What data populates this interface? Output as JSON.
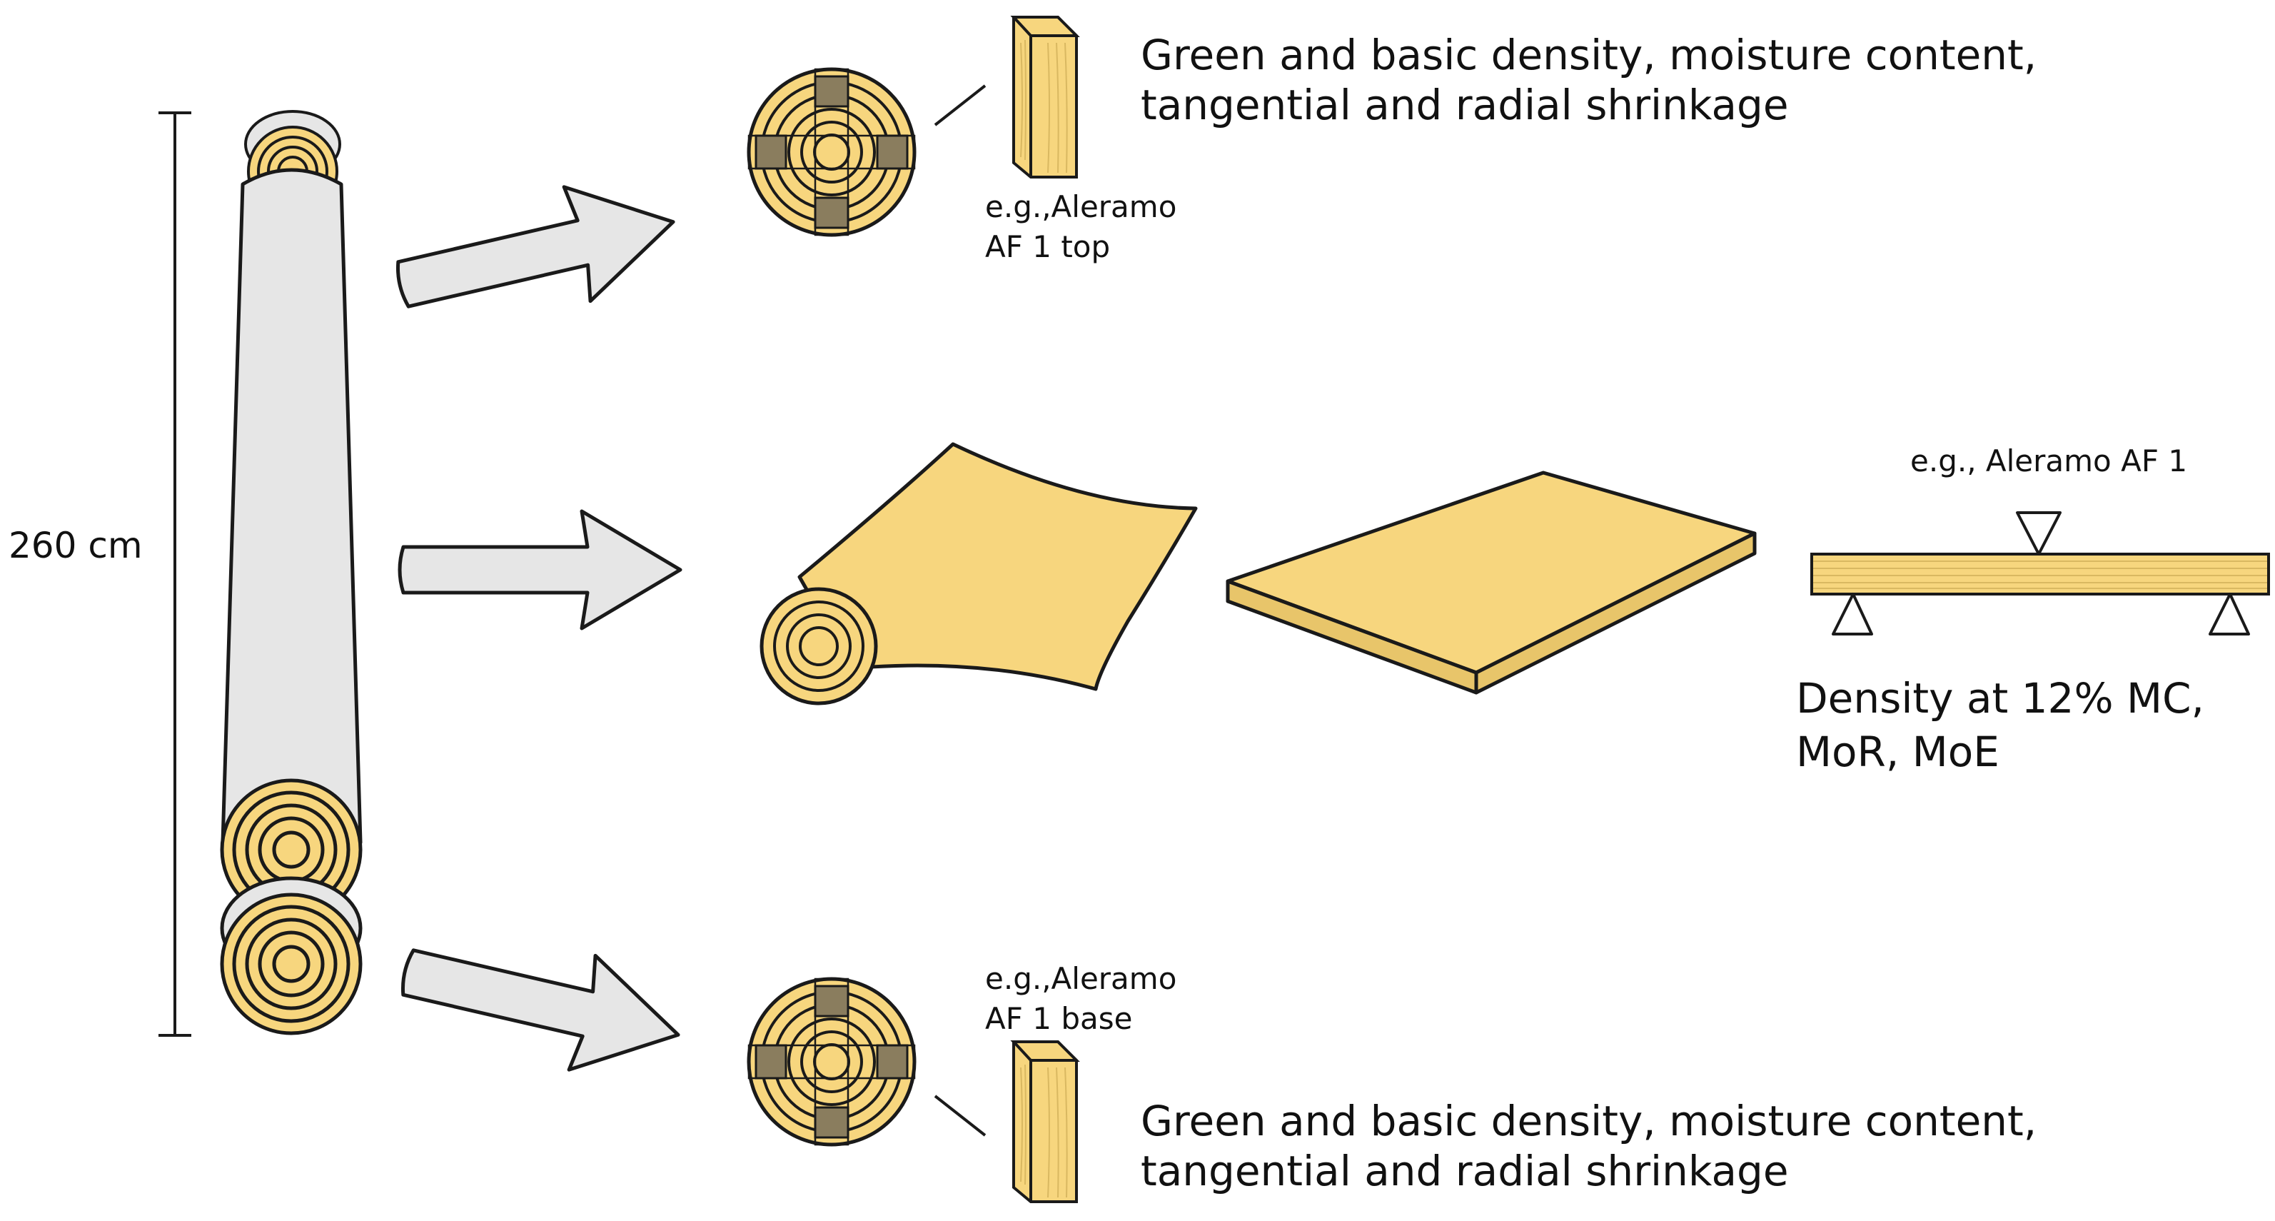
{
  "labels": {
    "log_height": "260 cm",
    "top_example_1": "e.g.,Aleramo",
    "top_example_2": "AF 1 top",
    "top_props_1": "Green and basic density, moisture content,",
    "top_props_2": "tangential and radial shrinkage",
    "beam_example": "e.g., Aleramo AF 1",
    "beam_props_1": "Density at 12% MC,",
    "beam_props_2": "MoR, MoE",
    "base_example_1": "e.g.,Aleramo",
    "base_example_2": "AF 1 base",
    "base_props_1": "Green and basic density, moisture content,",
    "base_props_2": "tangential and radial shrinkage"
  },
  "colors": {
    "wood": "#F7D67E",
    "bark": "#E6E6E6",
    "stroke": "#1A1A1A",
    "sample": "#8A7D5E"
  }
}
